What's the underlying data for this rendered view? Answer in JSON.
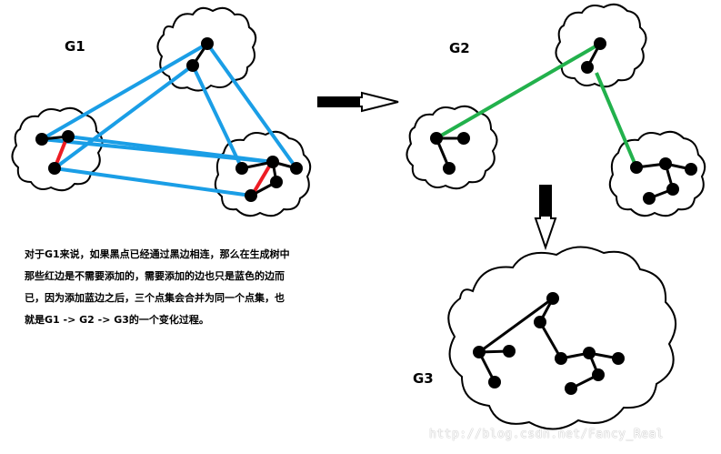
{
  "graphs": {
    "g1": {
      "label": "G1"
    },
    "g2": {
      "label": "G2"
    },
    "g3": {
      "label": "G3"
    }
  },
  "description": {
    "lines": [
      "对于G1来说，如果黑点已经通过黑边相连，那么在生成树中",
      "那些红边是不需要添加的，需要添加的边也只是蓝色的边而",
      "已，因为添加蓝边之后，三个点集会合并为同一个点集，也",
      "就是G1 -> G2 -> G3的一个变化过程。"
    ]
  },
  "watermark": "http://blog.csdn.net/Fancy_Real",
  "colors": {
    "blue_edge": "#1a9ee6",
    "green_edge": "#22b14c",
    "red_edge": "#ed1c24",
    "black_edge": "#000000",
    "node": "#000000"
  }
}
